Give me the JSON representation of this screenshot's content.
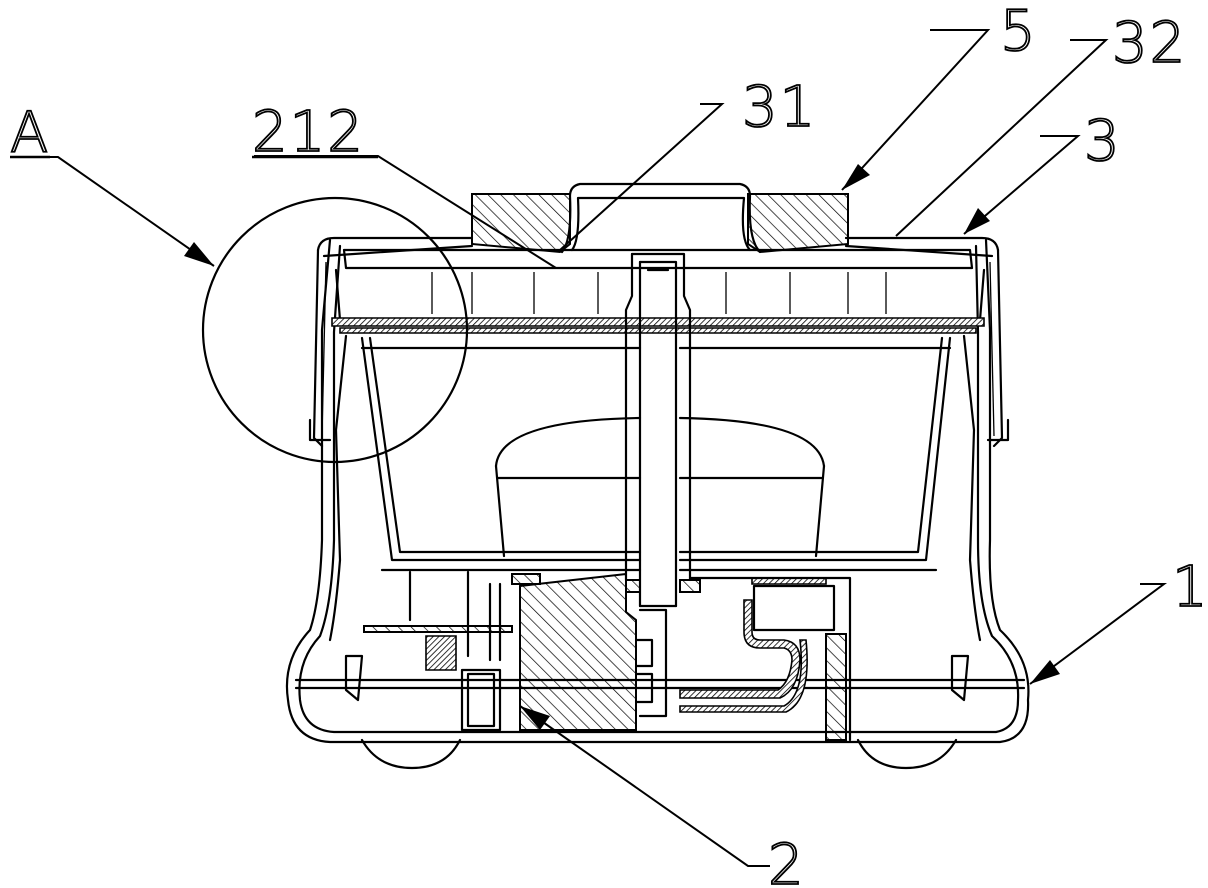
{
  "callouts": [
    {
      "id": "A",
      "text": "A"
    },
    {
      "id": "212",
      "text": "212"
    },
    {
      "id": "31",
      "text": "31"
    },
    {
      "id": "5",
      "text": "5"
    },
    {
      "id": "32",
      "text": "32"
    },
    {
      "id": "3",
      "text": "3"
    },
    {
      "id": "1",
      "text": "1"
    },
    {
      "id": "2",
      "text": "2"
    }
  ]
}
